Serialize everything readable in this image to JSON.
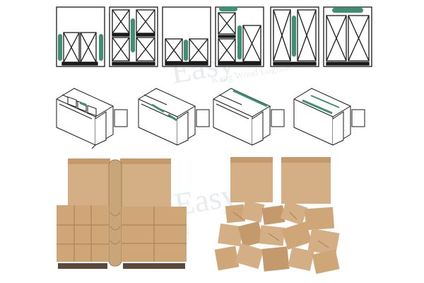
{
  "colors": {
    "airbag": "#3f8f72",
    "carton_light": "#d4ae84",
    "carton_mid": "#c49a6c",
    "carton_dark": "#a97d52",
    "pallet": "#5a4a3c",
    "line": "#1a1a1a",
    "watermark": "#d8dde2"
  },
  "watermark": {
    "brand": "Easy",
    "tagline": "Kang Wood Logistic Solution",
    "brand_bottom": "Easy",
    "tagline_bottom": "kaging"
  },
  "diagrams": [
    {
      "id": "pallet-two-stack-side-bags",
      "icon": "pallet-load-diagram-icon"
    },
    {
      "id": "pallet-four-stack-center-bag",
      "icon": "pallet-load-diagram-icon"
    },
    {
      "id": "pallet-low-stack-center-bag",
      "icon": "pallet-load-diagram-icon"
    },
    {
      "id": "pallet-mixed-top-bag",
      "icon": "pallet-load-diagram-icon"
    },
    {
      "id": "pallet-tall-center-bag",
      "icon": "pallet-load-diagram-icon"
    },
    {
      "id": "pallet-tall-top-bag",
      "icon": "pallet-load-diagram-icon"
    }
  ],
  "containers": [
    {
      "id": "container-center-void"
    },
    {
      "id": "container-diagonal-void"
    },
    {
      "id": "container-side-void"
    },
    {
      "id": "container-top-void"
    }
  ],
  "photos": [
    {
      "id": "photo-secured-load"
    },
    {
      "id": "photo-collapsed-load"
    }
  ]
}
